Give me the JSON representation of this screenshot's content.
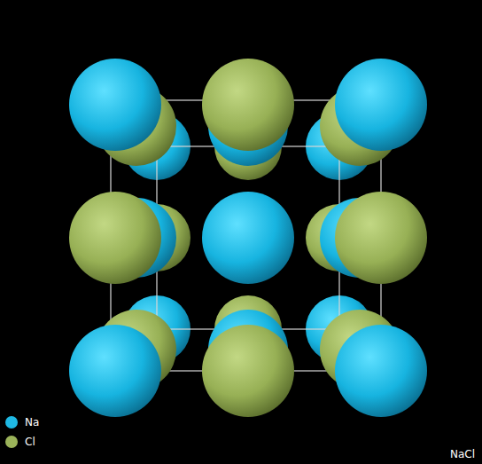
{
  "diagram": {
    "labels": [
      "NaCl"
    ],
    "legend": [
      {
        "text": "Na",
        "color": "#1fb9e4"
      },
      {
        "text": "Cl",
        "color": "#9bb35a"
      }
    ]
  }
}
